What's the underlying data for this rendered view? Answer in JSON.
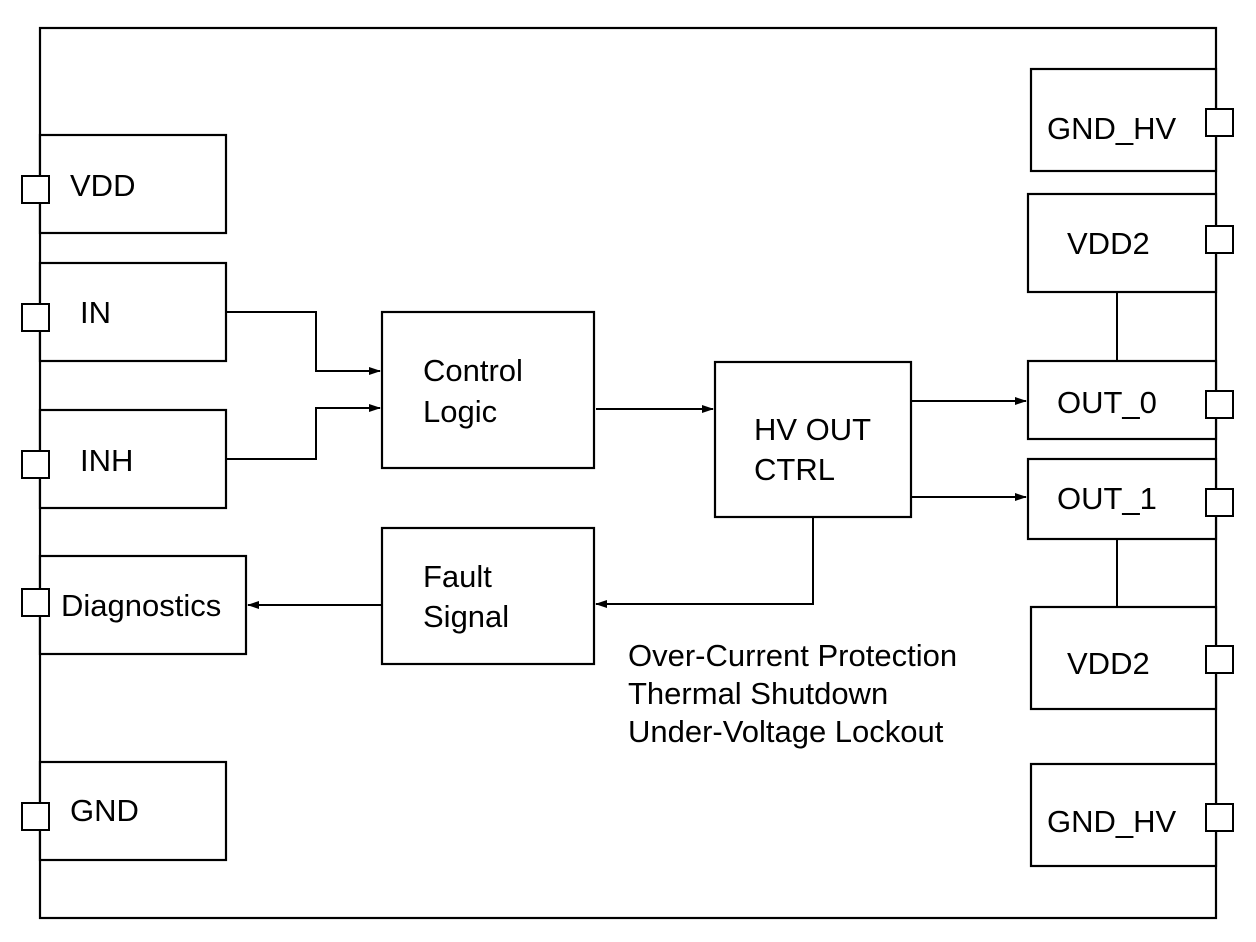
{
  "pins": {
    "vdd": "VDD",
    "in": "IN",
    "inh": "INH",
    "diagnostics": "Diagnostics",
    "gnd": "GND",
    "gnd_hv_top": "GND_HV",
    "vdd2_top": "VDD2",
    "out_0": "OUT_0",
    "out_1": "OUT_1",
    "vdd2_bottom": "VDD2",
    "gnd_hv_bottom": "GND_HV"
  },
  "blocks": {
    "control_logic": [
      "Control",
      "Logic"
    ],
    "hv_out_ctrl": [
      "HV OUT",
      "CTRL"
    ],
    "fault_signal": [
      "Fault",
      "Signal"
    ]
  },
  "protection": [
    "Over-Current Protection",
    "Thermal Shutdown",
    "Under-Voltage Lockout"
  ]
}
